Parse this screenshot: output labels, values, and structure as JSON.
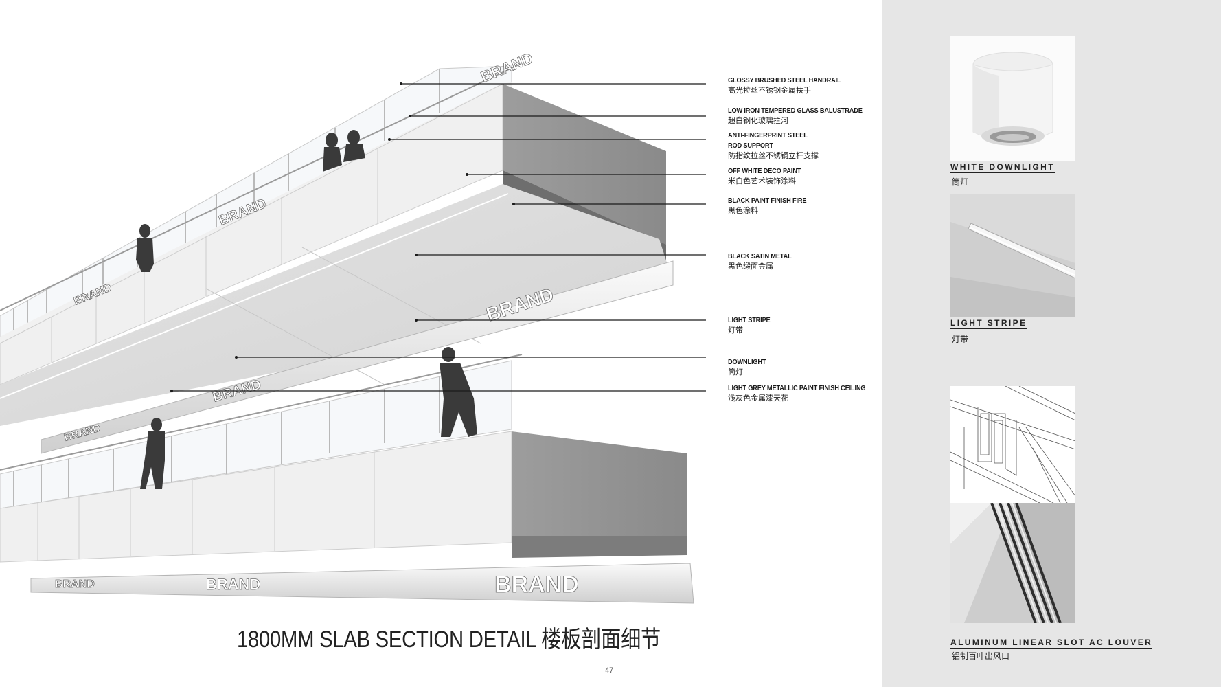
{
  "callouts": [
    {
      "en": "GLOSSY BRUSHED STEEL HANDRAIL",
      "zh": "高光拉丝不锈钢金属扶手"
    },
    {
      "en": "LOW IRON TEMPERED GLASS BALUSTRADE",
      "zh": "超白钢化玻璃拦河"
    },
    {
      "en": "ANTI-FINGERPRINT STEEL",
      "en2": "ROD SUPPORT",
      "zh": "防指纹拉丝不锈钢立杆支撑"
    },
    {
      "en": "OFF WHITE DECO PAINT",
      "zh": "米白色艺术装饰涂料"
    },
    {
      "en": "BLACK PAINT FINISH FIRE",
      "zh": "黑色涂料"
    },
    {
      "en": "BLACK SATIN METAL",
      "zh": "黑色缎面金属"
    },
    {
      "en": "LIGHT STRIPE",
      "zh": "灯带"
    },
    {
      "en": "DOWNLIGHT",
      "zh": "筒灯"
    },
    {
      "en": "LIGHT GREY METALLIC PAINT FINISH CEILING",
      "zh": "浅灰色金属漆天花"
    }
  ],
  "signage": {
    "brand": "BRAND"
  },
  "title": "1800MM SLAB SECTION DETAIL 楼板剖面细节",
  "page_number": "47",
  "materials": [
    {
      "label": "WHITE DOWNLIGHT",
      "zh": "筒灯"
    },
    {
      "label": "LIGHT STRIPE",
      "zh": "灯带"
    },
    {
      "label": "ALUMINUM LINEAR SLOT AC LOUVER",
      "zh": "铝制百叶出风口"
    }
  ],
  "colors": {
    "panel_bg": "#e6e6e6",
    "slab_face": "#f2f2f2",
    "slab_shadow": "#8f8f8f",
    "text": "#1a1a1a"
  }
}
